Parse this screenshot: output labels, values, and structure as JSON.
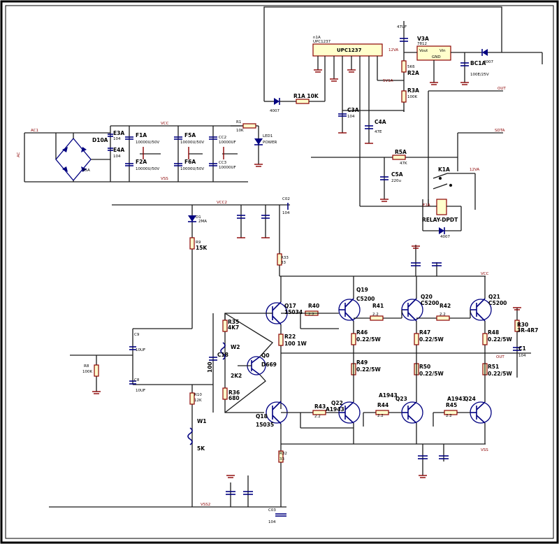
{
  "ic": {
    "name": "n1A",
    "part": "UPC1237"
  },
  "regulator": {
    "name": "V3A",
    "part": "7812",
    "vout_pin": "Vout",
    "vin_pin": "Vin",
    "gnd_pin": "GND"
  },
  "relay": {
    "name": "K1A",
    "part": "RELAY-DPDT"
  },
  "nets": {
    "vcc": "VCC",
    "vss": "VSS",
    "vcc2": "VCC2",
    "vss2": "VSS2",
    "ac1": "AC1",
    "acr": "AC",
    "v12a": "12VA",
    "v12a_b": "12VA",
    "outa": "OUT",
    "outb": "OUT",
    "sbta": "SDTA",
    "o1a": "5V1A",
    "r1a_top": "E1A",
    "cout": "OUT",
    "vcc_amp": "VCC",
    "vss_amp": "VSS"
  },
  "labels": {
    "c47u": "47UF",
    "r2a": "R2A",
    "r2a_v": "5K6",
    "r3a": "R3A",
    "r3a_v": "100K",
    "bc1a": "BC1A",
    "bc1a_v": "100E/25V",
    "d_4007a": "4007",
    "d_4007b": "4007",
    "r1a": "R1A 10K",
    "c3a": "C3A",
    "c3a_v": "104",
    "c4a": "C4A",
    "c4a_v": "47E",
    "r5a": "R5A",
    "r5a_v": "47K",
    "c5a": "C5A",
    "c5a_v": "220u",
    "d_4007c": "4007",
    "d10a": "D10A",
    "d10a_v": "35A",
    "e3a": "E3A",
    "e3a_v": "104",
    "e4a": "E4A",
    "e4a_v": "104",
    "f1a": "F1A",
    "f1a_v": "10000U/50V",
    "f2a": "F2A",
    "f2a_v": "10000U/50V",
    "f5a": "F5A",
    "f5a_v": "10000U/50V",
    "f6a": "F6A",
    "f6a_v": "10000U/50V",
    "cc2": "CC2",
    "cc2_v": "10000UF",
    "cc3": "CC3",
    "cc3_v": "10000UF",
    "r1": "R1",
    "r1_v": "10K",
    "led1": "LED1",
    "led1_v": "POWER",
    "d1": "D1",
    "d1_v": "2MA",
    "r9": "R9",
    "r9_v": "15K",
    "c02": "C02",
    "c02_v": "104",
    "r33": "R33",
    "r33_v": "33",
    "q17": "Q17",
    "q17_v": "15034",
    "q18": "Q18",
    "q18_v": "15035",
    "q19": "Q19",
    "q19_v": "C5200",
    "q20": "Q20",
    "q20_v": "C5200",
    "q21": "Q21",
    "q21_v": "C5200",
    "q22": "Q22",
    "q22_v": "A1943",
    "q23": "Q23",
    "q23_v": "A1943",
    "q24": "Q24",
    "q24_v": "A1943",
    "q0": "Q0",
    "q0_v": "D669",
    "r40": "R40",
    "r40_v": "2.2",
    "r41": "R41",
    "r41_v": "2.2",
    "r42": "R42",
    "r42_v": "2.2",
    "r43": "R43",
    "r43_v": "2.2",
    "r44": "R44",
    "r44_v": "2.2",
    "r45": "R45",
    "r45_v": "2.2",
    "r46": "R46",
    "r46_v": "0.22/5W",
    "r47": "R47",
    "r47_v": "0.22/5W",
    "r48": "R48",
    "r48_v": "0.22/5W",
    "r49": "R49",
    "r49_v": "0.22/5W",
    "r50": "R50",
    "r50_v": "0.22/5W",
    "r51": "R51",
    "r51_v": "0.22/5W",
    "r22": "R22",
    "r22_v": "100 1W",
    "r35": "R35",
    "r35_v": "4K7",
    "w2": "W2",
    "w2_v": "2K2",
    "r36": "R36",
    "r36_v": "680",
    "c18": "C18",
    "c18_v": "100",
    "c9": "C9",
    "c9_v": "10UF",
    "c8": "C8",
    "c8_v": "10UF",
    "r8": "R8",
    "r8_v": "100K",
    "r10": "R10",
    "r10_v": "12K",
    "w1": "W1",
    "w1_v": "5K",
    "r30": "R30",
    "r30_v": "3R-4R7",
    "c1": "C1",
    "c1_v": "104",
    "r32": "R32",
    "r32_v": "33",
    "c03": "C03",
    "c03_v": "104"
  },
  "colors": {
    "wire": "#1a1a1a",
    "bus": "#000080",
    "part": "#8b0000",
    "ic_fill": "#ffffcc",
    "frame": "#000000"
  }
}
